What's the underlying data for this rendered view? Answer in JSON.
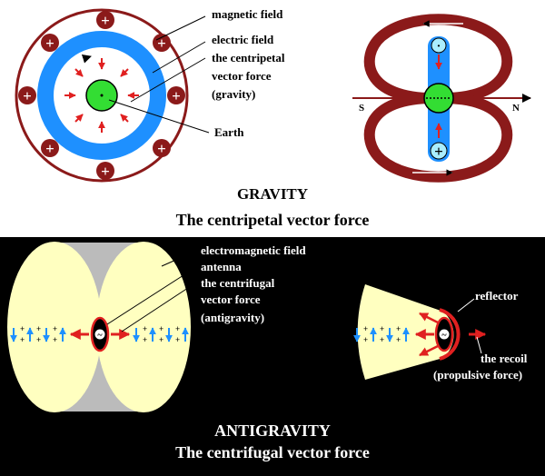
{
  "gravity": {
    "labels": {
      "magnetic_field": "magnetic field",
      "electric_field": "electric field",
      "centripetal_line1": "the centripetal",
      "centripetal_line2": "vector force",
      "centripetal_line3": "(gravity)",
      "earth": "Earth",
      "south": "S",
      "north": "N"
    },
    "title": "GRAVITY",
    "subtitle": "The centripetal vector force"
  },
  "antigravity": {
    "labels": {
      "em_field": "electromagnetic field",
      "antenna": "antenna",
      "centrifugal_line1": "the centrifugal",
      "centrifugal_line2": "vector force",
      "centrifugal_line3": "(antigravity)",
      "reflector": "reflector",
      "recoil_line1": "the recoil",
      "recoil_line2": "(propulsive force)"
    },
    "title": "ANTIGRAVITY",
    "subtitle": "The centrifugal vector force"
  },
  "symbols": {
    "plus": "+",
    "dot": "·",
    "ac_source": "~"
  },
  "colors": {
    "maroon": "#8b1a1a",
    "field_blue": "#1e90ff",
    "earth_green": "#33dd33",
    "field_yellow": "#ffffc0",
    "arrow_red": "#e02020"
  }
}
